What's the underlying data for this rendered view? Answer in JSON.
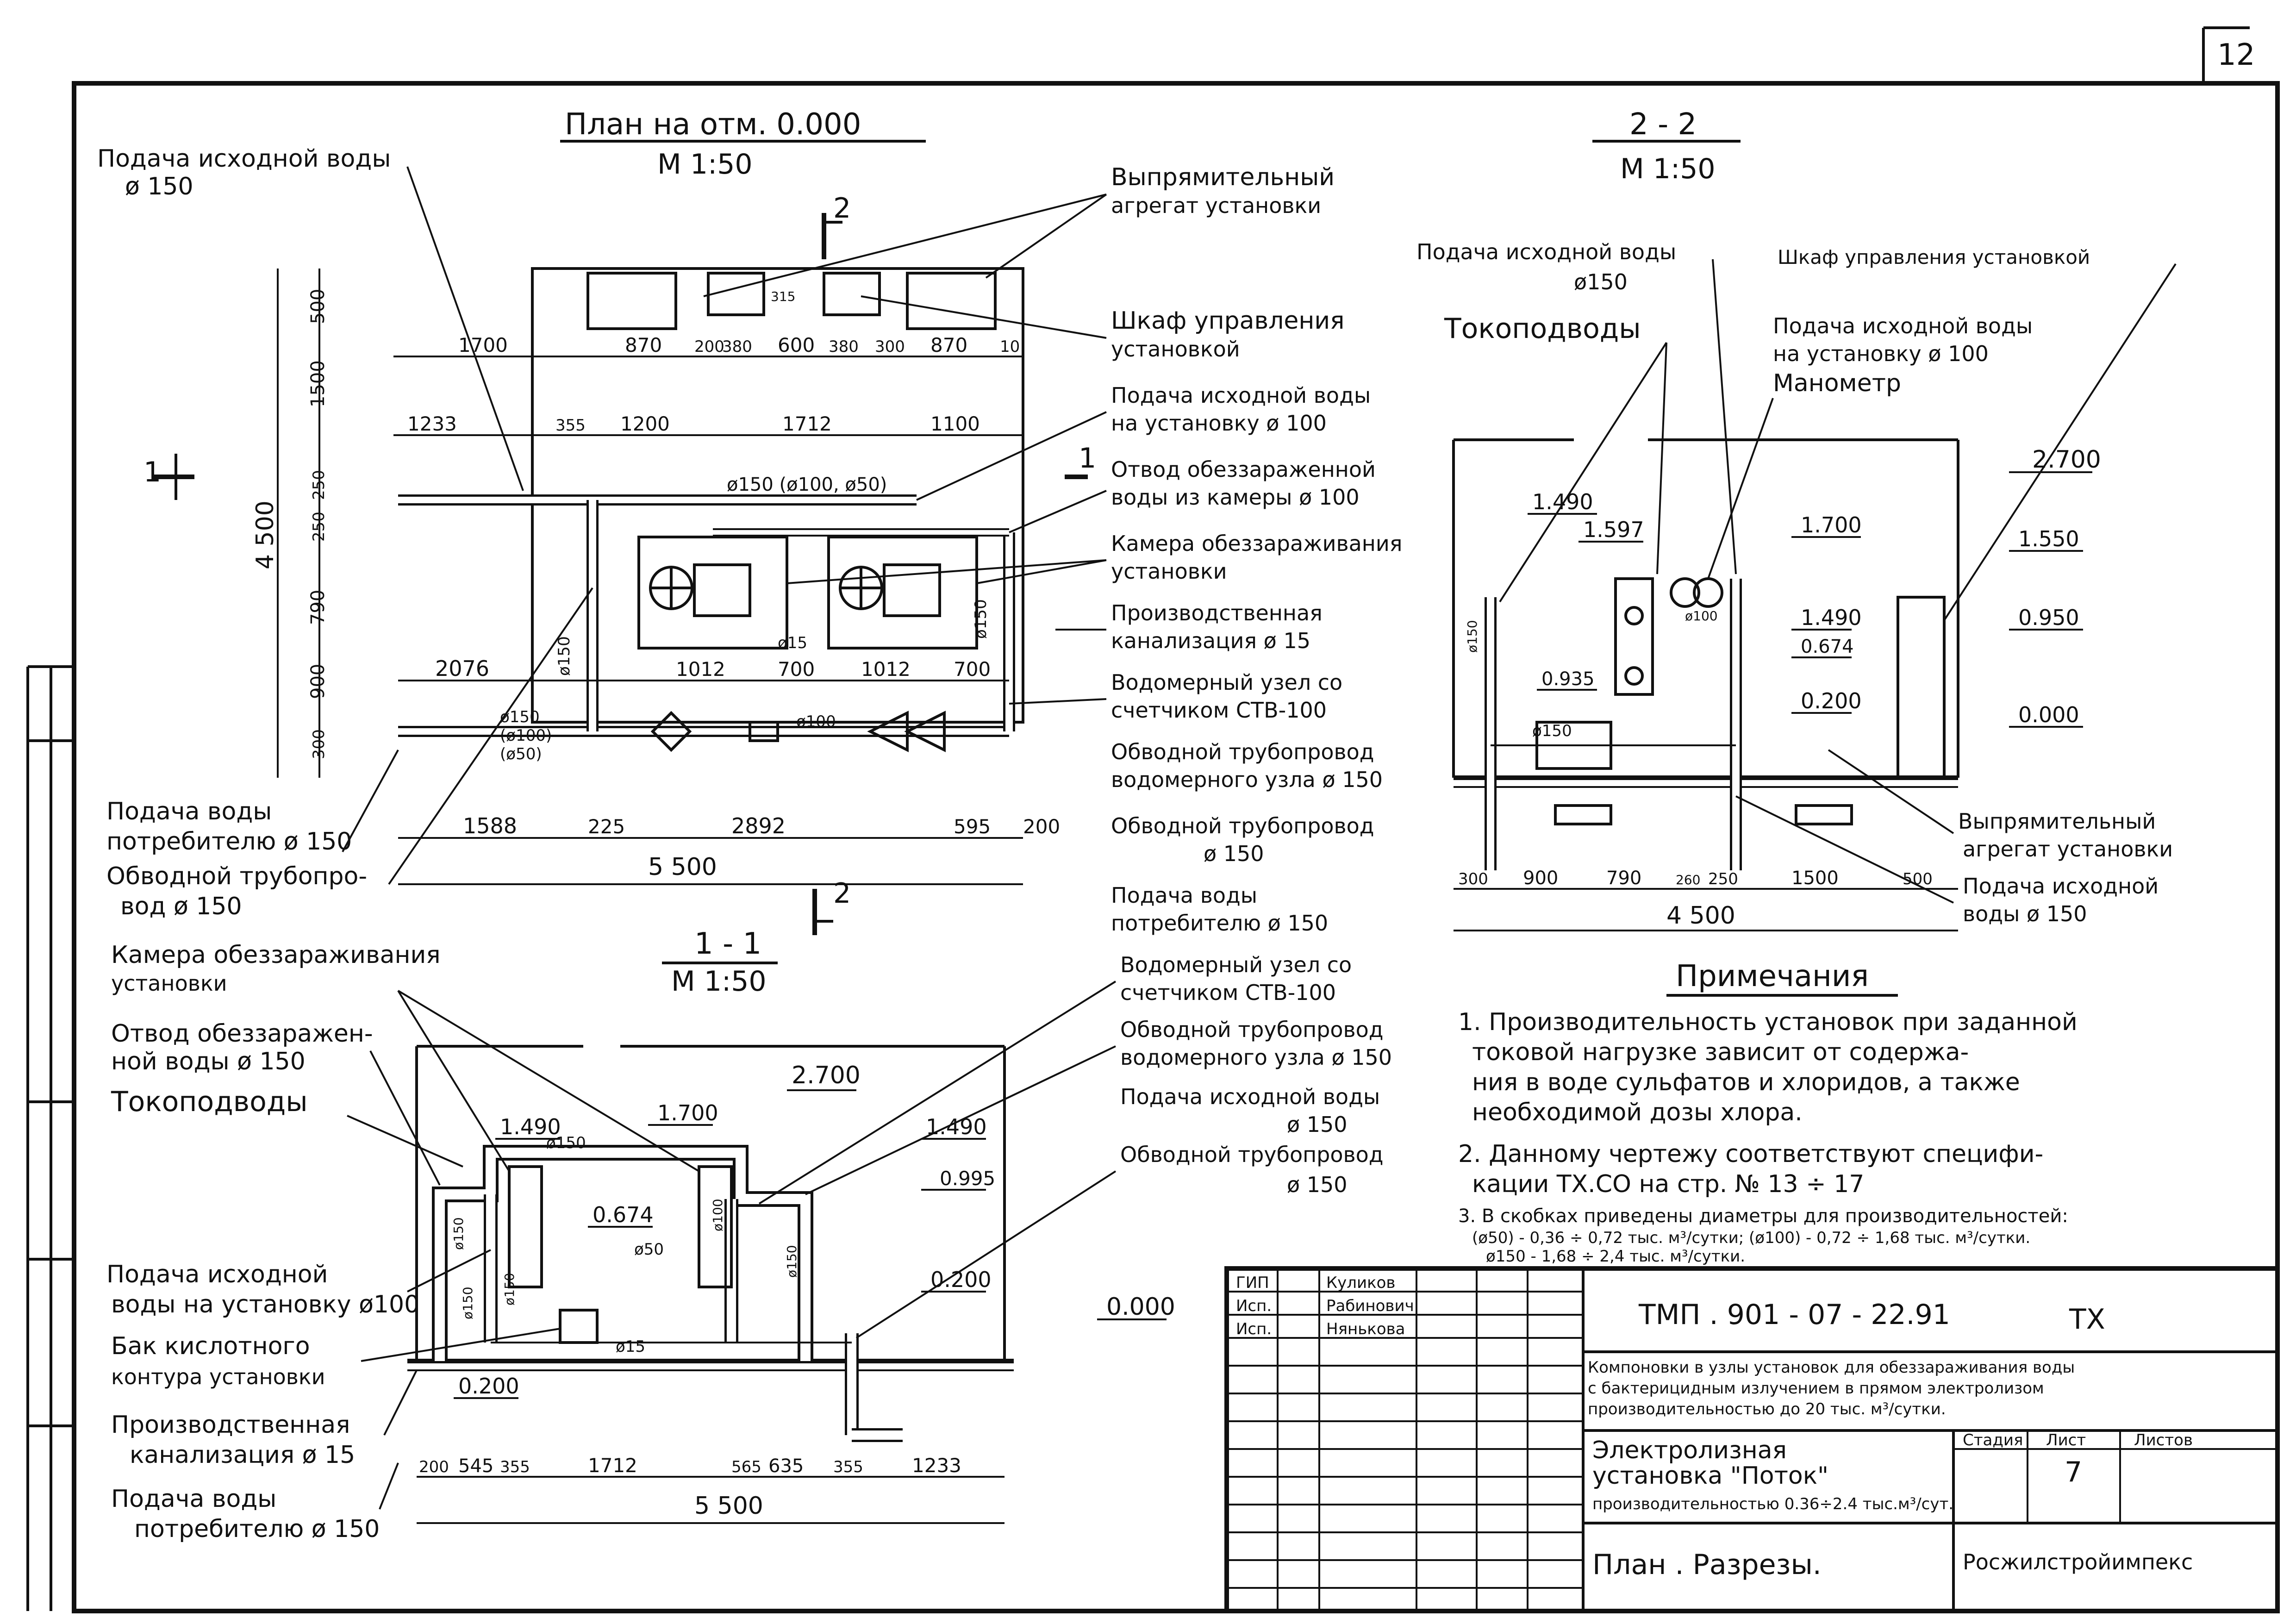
{
  "sheet": {
    "page_corner": "12"
  },
  "plan": {
    "title": "План на отм. 0.000",
    "scale": "М 1:50",
    "dims_top": [
      "1700",
      "870",
      "200",
      "380",
      "600",
      "380",
      "300",
      "870",
      "10"
    ],
    "dims_row2": [
      "1233",
      "355",
      "1200",
      "1712",
      "1100"
    ],
    "dims_left": [
      "500",
      "1500",
      "250",
      "250",
      "790",
      "900",
      "300"
    ],
    "dim_total_v": "4 500",
    "dims_inner": [
      "2076",
      "1012",
      "700",
      "1012",
      "700"
    ],
    "dims_bottom": [
      "1588",
      "225",
      "2892",
      "595",
      "200"
    ],
    "dim_total_h": "5 500",
    "pipe_top": "ø150 (ø100, ø50)",
    "pipe_left": "ø150",
    "pipe_in1": "ø150",
    "pipe_in2": "(ø100)",
    "pipe_in3": "(ø50)",
    "pipe_mid": "ø100",
    "pipe_right": "ø150",
    "pipe_15": "ø15",
    "dim_315": "315",
    "cut2": "2",
    "cut1": "1",
    "left_labels": [
      {
        "l1": "Подача исходной воды",
        "l2": "ø 150"
      },
      {
        "l1": "Подача воды",
        "l2": "потребителю ø 150"
      },
      {
        "l1": "Обводной трубопро-",
        "l2": "вод ø 150"
      }
    ],
    "right_labels": [
      {
        "l1": "Выпрямительный",
        "l2": "агрегат установки"
      },
      {
        "l1": "Шкаф управления",
        "l2": "установкой"
      },
      {
        "l1": "Подача исходной воды",
        "l2": "на установку ø 100"
      },
      {
        "l1": "Отвод обеззараженной",
        "l2": "воды из камеры ø 100"
      },
      {
        "l1": "Камера обеззараживания",
        "l2": "установки"
      },
      {
        "l1": "Производственная",
        "l2": "канализация ø 15"
      },
      {
        "l1": "Водомерный узел со",
        "l2": "счетчиком СТВ-100"
      },
      {
        "l1": "Обводной трубопровод",
        "l2": "водомерного узла ø 150"
      },
      {
        "l1": "Обводной трубопровод",
        "l2": "ø 150"
      },
      {
        "l1": "Подача воды",
        "l2": "потребителю ø 150"
      }
    ]
  },
  "section11": {
    "title": "1 - 1",
    "scale": "М 1:50",
    "marks": [
      "2.700",
      "1.490",
      "1.700",
      "1.490",
      "0.995",
      "0.674",
      "0.200",
      "0.200",
      "0.000"
    ],
    "pipes": [
      "ø150",
      "ø150",
      "ø150",
      "ø150",
      "ø100",
      "ø150",
      "ø15",
      "ø50"
    ],
    "dims_bottom": [
      "200",
      "545",
      "355",
      "1712",
      "565",
      "635",
      "355",
      "1233"
    ],
    "dim_total": "5 500",
    "left_labels": [
      {
        "l1": "Камера обеззараживания",
        "l2": "установки"
      },
      {
        "l1": "Отвод обеззаражен-",
        "l2": "ной воды ø 150"
      },
      {
        "l1": "Токоподводы",
        "l2": ""
      },
      {
        "l1": "Подача исходной",
        "l2": "воды на установку ø100"
      },
      {
        "l1": "Бак кислотного",
        "l2": "контура установки"
      },
      {
        "l1": "Производственная",
        "l2": "канализация ø 15"
      },
      {
        "l1": "Подача воды",
        "l2": "потребителю ø 150"
      }
    ],
    "right_labels": [
      {
        "l1": "Водомерный узел со",
        "l2": "счетчиком СТВ-100"
      },
      {
        "l1": "Обводной трубопровод",
        "l2": "водомерного узла ø 150"
      },
      {
        "l1": "Подача исходной воды",
        "l2": "ø 150"
      },
      {
        "l1": "Обводной трубопровод",
        "l2": "ø 150"
      }
    ]
  },
  "section22": {
    "title": "2 - 2",
    "scale": "М 1:50",
    "marks_left": [
      "1.490",
      "1.597",
      "0.935"
    ],
    "marks_mid": [
      "1.700",
      "1.490",
      "0.674",
      "0.200"
    ],
    "marks_right": [
      "2.700",
      "1.550",
      "0.950",
      "0.000"
    ],
    "pipes": [
      "ø150",
      "ø150",
      "ø100"
    ],
    "dims_bottom": [
      "300",
      "900",
      "790",
      "260",
      "250",
      "1500",
      "500"
    ],
    "dim_total": "4 500",
    "labels": [
      {
        "l1": "Подача исходной воды",
        "l2": "ø150"
      },
      {
        "l1": "Шкаф управления установкой",
        "l2": ""
      },
      {
        "l1": "Токоподводы",
        "l2": ""
      },
      {
        "l1": "Подача исходной воды",
        "l2": "на установку ø 100"
      },
      {
        "l1": "Манометр",
        "l2": ""
      },
      {
        "l1": "Выпрямительный",
        "l2": "агрегат установки"
      },
      {
        "l1": "Подача исходной",
        "l2": "воды ø 150"
      }
    ]
  },
  "notes": {
    "title": "Примечания",
    "lines": [
      "1. Производительность установок при заданной",
      "токовой нагрузке зависит от содержа-",
      "ния в воде сульфатов и хлоридов, а также",
      "необходимой дозы хлора.",
      "2. Данному чертежу соответствуют специфи-",
      "кации ТХ.СО на стр. № 13 ÷ 17",
      "3. В скобках приведены диаметры для производительностей:",
      "(ø50) - 0,36 ÷ 0,72 тыс. м³/сутки; (ø100) - 0,72 ÷ 1,68 тыс. м³/сутки.",
      "ø150 - 1,68 ÷ 2,4 тыс. м³/сутки."
    ]
  },
  "stamp": {
    "roles": [
      "ГИП",
      "Исп.",
      "Исп."
    ],
    "names": [
      "Куликов",
      "Рабинович",
      "Нянькова"
    ],
    "doc_code": "ТМП . 901 - 07 - 22.91",
    "mark": "ТХ",
    "desc": [
      "Компоновки в узлы установок для обеззараживания воды",
      "с бактерицидным излучением в прямом электролизом",
      "производительностью до 20 тыс. м³/сутки."
    ],
    "object": [
      "Электролизная",
      "установка \"Поток\"",
      "производительностью 0.36÷2.4 тыс.м³/сут."
    ],
    "col_stage": "Стадия",
    "col_sheet": "Лист",
    "col_sheets": "Листов",
    "sheet_no": "7",
    "sheet_title": "План . Разрезы.",
    "org": "Росжилстройимпекс"
  }
}
